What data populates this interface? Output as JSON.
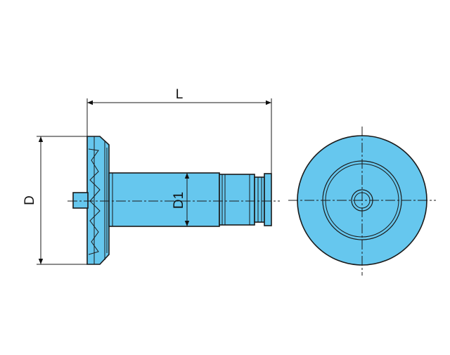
{
  "drawing": {
    "labels": {
      "length": "L",
      "diameter": "D",
      "shaft_diameter": "D1"
    },
    "colors": {
      "part_fill": "#66c7ee",
      "outline": "#1a1a1a",
      "background": "#ffffff"
    }
  }
}
